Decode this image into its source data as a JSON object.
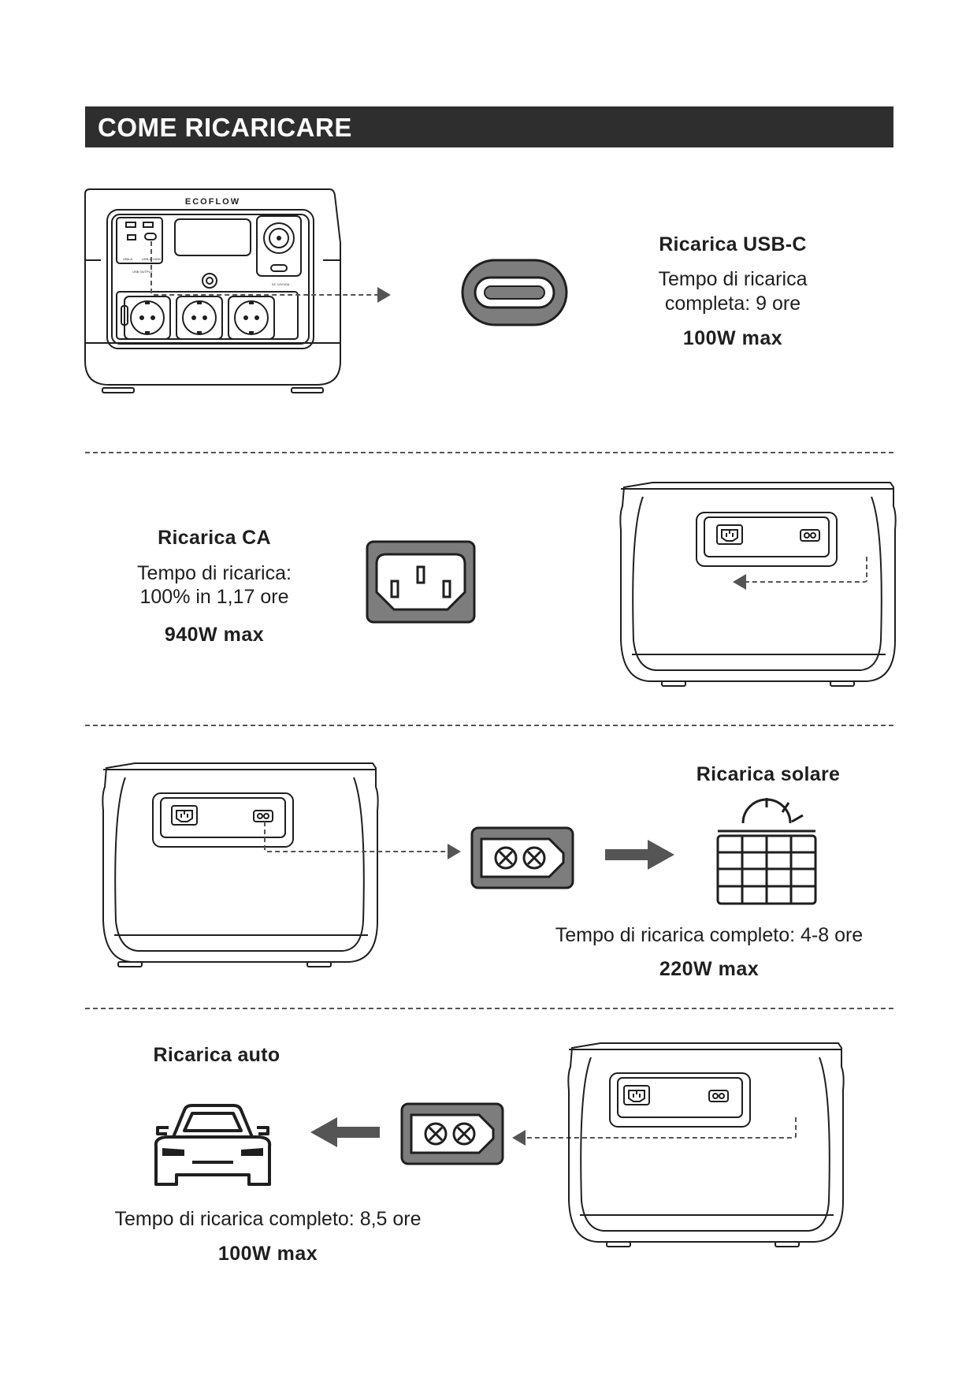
{
  "header": {
    "title": "COME RICARICARE"
  },
  "device_front": {
    "brand": "ECOFLOW",
    "label_usb_a": "USB-A",
    "label_usb_c": "USB-C 100W",
    "label_usb_output": "USB OUTPUT",
    "label_dc": "DC 12V/10A"
  },
  "sections": [
    {
      "title": "Ricarica USB-C",
      "time_line1": "Tempo di ricarica",
      "time_line2": "completa: 9 ore",
      "power": "100W max",
      "port_icon": "usb-c-port-icon"
    },
    {
      "title": "Ricarica CA",
      "time_line1": "Tempo di ricarica:",
      "time_line2": "100% in 1,17 ore",
      "power": "940W max",
      "port_icon": "ac-inlet-icon"
    },
    {
      "title": "Ricarica solare",
      "time_line1": "Tempo di ricarica completo: 4-8 ore",
      "power": "220W max",
      "port_icon": "xt60-port-icon",
      "source_icon": "solar-panel-icon"
    },
    {
      "title": "Ricarica auto",
      "time_line1": "Tempo di ricarica completo: 8,5 ore",
      "power": "100W max",
      "port_icon": "xt60-port-icon",
      "source_icon": "car-icon"
    }
  ],
  "colors": {
    "title_bar": "#2e2e2e",
    "port_fill": "#7d7d7d",
    "line": "#1f1f1f"
  }
}
